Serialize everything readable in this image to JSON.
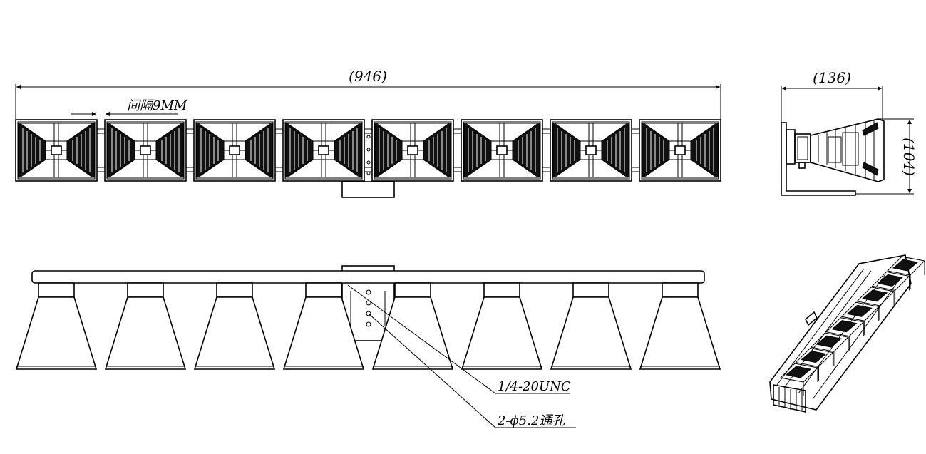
{
  "dimensions": {
    "overall_length": "(946)",
    "gap_label": "间隔9MM",
    "side_width": "(136)",
    "side_height": "(104)"
  },
  "callouts": {
    "thread": "1/4-20UNC",
    "holes": "2-ϕ5.2通孔"
  },
  "lamp_count": 8
}
